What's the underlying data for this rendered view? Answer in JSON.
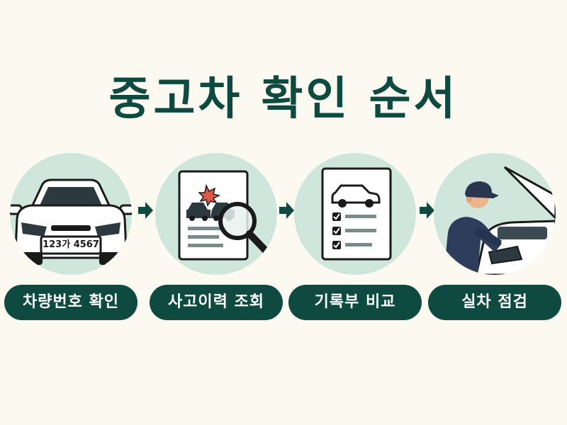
{
  "title": "중고차 확인 순서",
  "plate_text": "123가 4567",
  "steps": [
    {
      "label": "차량번호 확인",
      "icon": "car-front-icon"
    },
    {
      "label": "사고이력 조회",
      "icon": "accident-search-icon"
    },
    {
      "label": "기록부 비교",
      "icon": "checklist-document-icon"
    },
    {
      "label": "실차 점검",
      "icon": "mechanic-inspection-icon"
    }
  ],
  "colors": {
    "background": "#fbf9f0",
    "primary": "#0e4a40",
    "circle": "#cfe6dc",
    "accent_red": "#e0584a"
  }
}
